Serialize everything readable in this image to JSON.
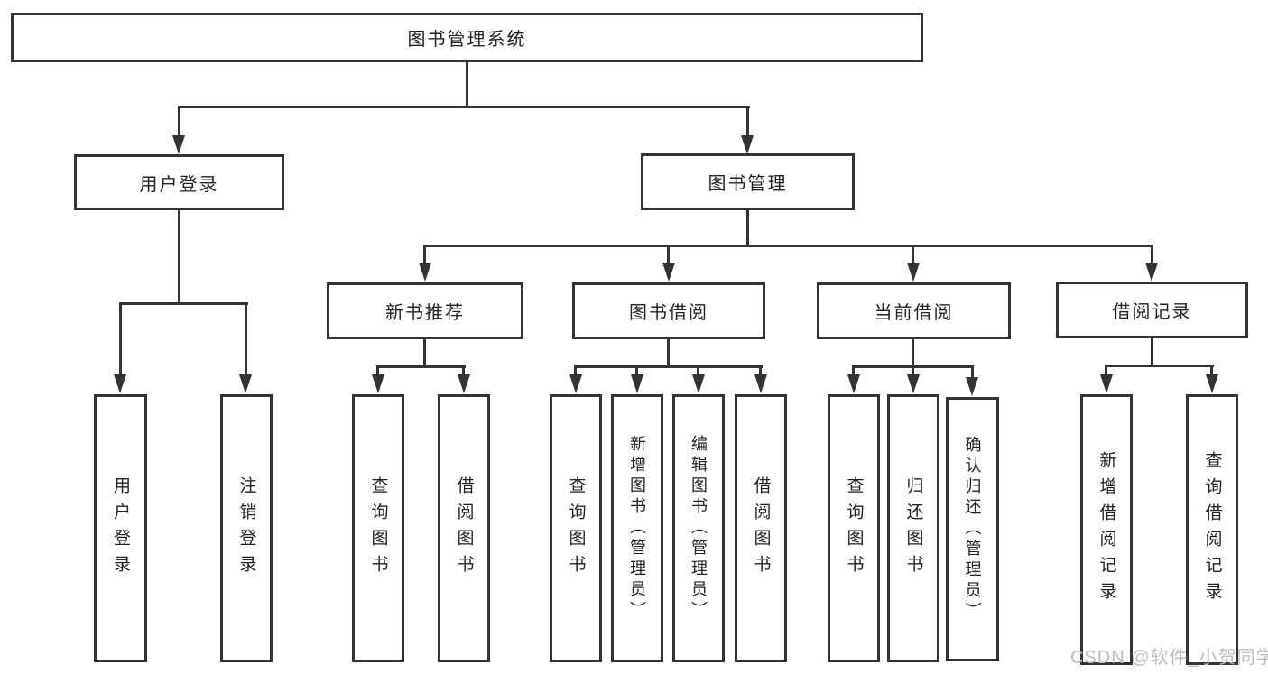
{
  "page": {
    "background": "#ffffff"
  },
  "colors": {
    "box_border": "#333333",
    "connector_line": "#333333",
    "text": "#222222",
    "watermark": "#bdbdbd"
  },
  "watermark": {
    "text": "CSDN @软件_小贺同学"
  },
  "tree": {
    "root": {
      "label": "图书管理系统"
    },
    "branches": [
      {
        "label": "用户登录",
        "children": [
          "用户登录",
          "注销登录"
        ]
      },
      {
        "label": "图书管理",
        "groups": [
          {
            "label": "新书推荐",
            "children": [
              "查询图书",
              "借阅图书"
            ]
          },
          {
            "label": "图书借阅",
            "children": [
              "查询图书",
              "新增图书（管理员）",
              "编辑图书（管理员）",
              "借阅图书"
            ]
          },
          {
            "label": "当前借阅",
            "children": [
              "查询图书",
              "归还图书",
              "确认归还（管理员）"
            ]
          },
          {
            "label": "借阅记录",
            "children": [
              "新增借阅记录",
              "查询借阅记录"
            ]
          }
        ]
      }
    ]
  }
}
